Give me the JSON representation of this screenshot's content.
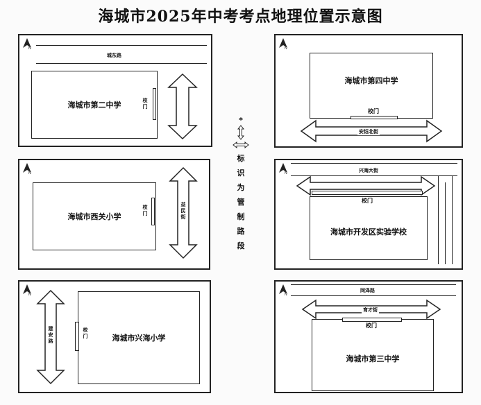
{
  "title": "海城市2025年中考考点地理位置示意图",
  "legend": {
    "mark": "*",
    "chars": [
      "标",
      "识",
      "为",
      "管",
      "制",
      "路",
      "段"
    ]
  },
  "panels": [
    {
      "school": "海城市第二中学",
      "gate": "校门",
      "road": "城东路"
    },
    {
      "school": "海城市第四中学",
      "gate": "校门",
      "road": "安钰北街"
    },
    {
      "school": "海城市西关小学",
      "gate": "校门",
      "road": "益民街"
    },
    {
      "school": "海城市开发区实验学校",
      "gate": "校门",
      "road": "兴海大街"
    },
    {
      "school": "海城市兴海小学",
      "gate": "校门",
      "road": "建安路"
    },
    {
      "school": "海城市第三中学",
      "gate": "校门",
      "road_top": "同泽路",
      "road": "育才街"
    }
  ],
  "icons": {
    "north": "north-arrow-icon",
    "double_arrow": "double-arrow-icon"
  }
}
